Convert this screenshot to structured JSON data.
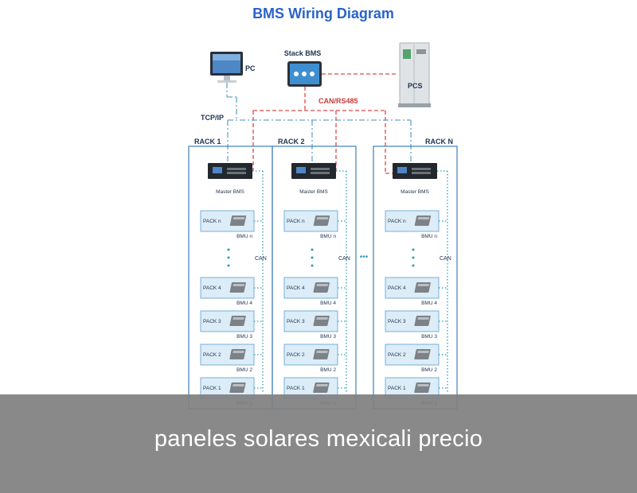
{
  "diagram": {
    "title": "BMS Wiring Diagram",
    "pc_label": "PC",
    "stack_label": "Stack BMS",
    "pcs_label": "PCS",
    "can_rs485_label": "CAN/RS485",
    "tcpip_label": "TCP/IP",
    "ellipsis_between_racks": "•••",
    "racks": [
      {
        "name": "RACK 1",
        "master_label": "Master BMS",
        "can_label": "CAN",
        "packs": [
          {
            "pack": "PACK n",
            "bmu": "BMU n"
          },
          {
            "pack": "PACK 4",
            "bmu": "BMU 4"
          },
          {
            "pack": "PACK 3",
            "bmu": "BMU 3"
          },
          {
            "pack": "PACK 2",
            "bmu": "BMU 2"
          },
          {
            "pack": "PACK 1",
            "bmu": "BMU 1"
          }
        ]
      },
      {
        "name": "RACK 2",
        "master_label": "Master BMS",
        "can_label": "CAN",
        "packs": [
          {
            "pack": "PACK n",
            "bmu": "BMU n"
          },
          {
            "pack": "PACK 4",
            "bmu": "BMU 4"
          },
          {
            "pack": "PACK 3",
            "bmu": "BMU 3"
          },
          {
            "pack": "PACK 2",
            "bmu": "BMU 2"
          },
          {
            "pack": "PACK 1",
            "bmu": "BMU 1"
          }
        ]
      },
      {
        "name": "RACK N",
        "master_label": "Master BMS",
        "can_label": "CAN",
        "packs": [
          {
            "pack": "PACK n",
            "bmu": "BMU n"
          },
          {
            "pack": "PACK 4",
            "bmu": "BMU 4"
          },
          {
            "pack": "PACK 3",
            "bmu": "BMU 3"
          },
          {
            "pack": "PACK 2",
            "bmu": "BMU 2"
          },
          {
            "pack": "PACK 1",
            "bmu": "BMU 1"
          }
        ]
      }
    ],
    "colors": {
      "title": "#2a63c8",
      "rack_border": "#3f7db8",
      "pack_fill": "#dcedf8",
      "pack_border": "#5a9ed0",
      "red_line": "#d94b4b",
      "blue_line": "#6aa3c9",
      "teal_dots": "#2f9ab8",
      "text_dark": "#1f3350"
    }
  },
  "caption": {
    "text": "paneles solares mexicali precio",
    "bar_color": "#808080"
  }
}
